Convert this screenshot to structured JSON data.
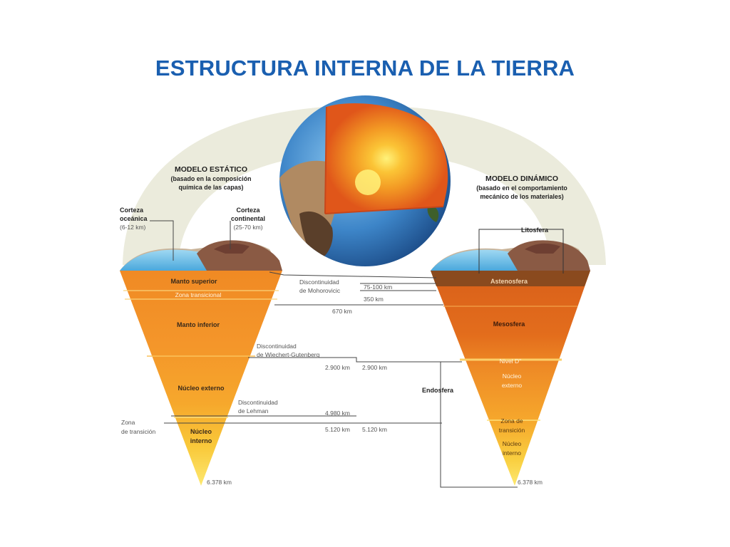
{
  "title": "ESTRUCTURA INTERNA DE LA TIERRA",
  "colors": {
    "title": "#1a5fb0",
    "arch": "#ebebdc",
    "ocean": "#5db8e6",
    "mantle": "#f59a2c",
    "outer_core": "#f7b227",
    "inner_core": "#fde458",
    "astenosfera": "#8a4a1e",
    "mesosfera": "#e36d1c"
  },
  "static_model": {
    "heading": "MODELO ESTÁTICO",
    "subtitle_1": "(basado en la composición",
    "subtitle_2": "química de las capas)",
    "corteza_oceanica_1": "Corteza",
    "corteza_oceanica_2": "oceánica",
    "corteza_oceanica_3": "(6-12 km)",
    "corteza_continental_1": "Corteza",
    "corteza_continental_2": "continental",
    "corteza_continental_3": "(25-70 km)",
    "layer_1": "Manto superior",
    "layer_2": "Zona transicional",
    "layer_3": "Manto inferior",
    "layer_4": "Núcleo externo",
    "layer_5_1": "Núcleo",
    "layer_5_2": "interno",
    "zona_1": "Zona",
    "zona_2": "de transición",
    "depth_bottom": "6.378 km"
  },
  "dynamic_model": {
    "heading": "MODELO DINÁMICO",
    "subtitle_1": "(basado en el comportamiento",
    "subtitle_2": "mecánico de los materiales)",
    "litosfera": "Litosfera",
    "layer_1": "Astenosfera",
    "layer_2": "Mesosfera",
    "layer_3": "Nivel D\"",
    "layer_4_1": "Núcleo",
    "layer_4_2": "externo",
    "layer_5_1": "Zona de",
    "layer_5_2": "transición",
    "layer_6_1": "Núcleo",
    "layer_6_2": "interno",
    "endosfera": "Endosfera",
    "depth_bottom": "6.378 km"
  },
  "discontinuities": {
    "moho_1": "Discontinuidad",
    "moho_2": "de Mohorovicic",
    "wiechert_1": "Discontinuidad",
    "wiechert_2": "de Wiechert-Gutenberg",
    "lehman_1": "Discontinuidad",
    "lehman_2": "de Lehman"
  },
  "depths": {
    "d75_100": "75-100 km",
    "d350": "350 km",
    "d670": "670 km",
    "d2900_left": "2.900 km",
    "d2900_right": "2.900 km",
    "d4980": "4.980 km",
    "d5120_left": "5.120 km",
    "d5120_right": "5.120 km"
  }
}
